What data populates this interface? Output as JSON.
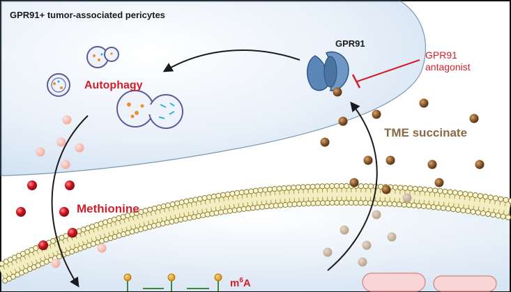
{
  "title": "GPR91+ tumor-associated pericytes",
  "receptor": "GPR91",
  "antagonist": {
    "line1": "GPR91",
    "line2": "antagonist"
  },
  "autophagy": "Autophagy",
  "succinate": "TME succinate",
  "methionine": "Methionine",
  "m6a": {
    "sup": "6",
    "pre": "m",
    "post": "A"
  },
  "colors": {
    "red_label": "#d11f2a",
    "succinate_label": "#8a6a45",
    "cell_fill": "#dce9f6",
    "receptor": "#5b87b8",
    "methionine_bead": "#c8141f",
    "succinate_bead": "#8a5a2c"
  }
}
